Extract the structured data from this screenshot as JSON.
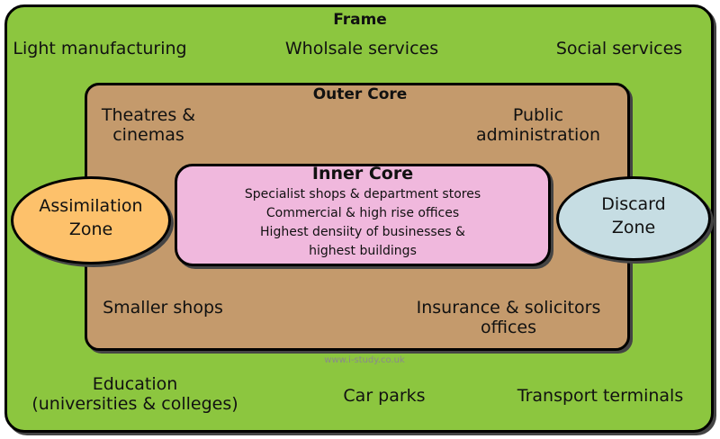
{
  "frame": {
    "title": "Frame",
    "items": {
      "light_manufacturing": "Light manufacturing",
      "wholesale": "Wholsale services",
      "social": "Social services",
      "education": "Education\n(universities & colleges)",
      "car_parks": "Car parks",
      "transport": "Transport terminals"
    }
  },
  "outer_core": {
    "title": "Outer Core",
    "items": {
      "theatres": "Theatres &\ncinemas",
      "public_admin": "Public\nadministration",
      "smaller_shops": "Smaller shops",
      "insurance": "Insurance & solicitors\noffices"
    }
  },
  "inner_core": {
    "title": "Inner Core",
    "lines": [
      "Specialist shops & department stores",
      "Commercial & high rise offices",
      "Highest densiity of businesses &",
      "highest buildings"
    ]
  },
  "assimilation_zone": "Assimilation\nZone",
  "discard_zone": "Discard\nZone",
  "watermark": "www.i-study.co.uk",
  "colors": {
    "frame": "#8cc63f",
    "outer_core": "#c49a6c",
    "inner_core": "#f0b8dd",
    "assimilation_zone": "#fdc16b",
    "discard_zone": "#c6dde3"
  }
}
